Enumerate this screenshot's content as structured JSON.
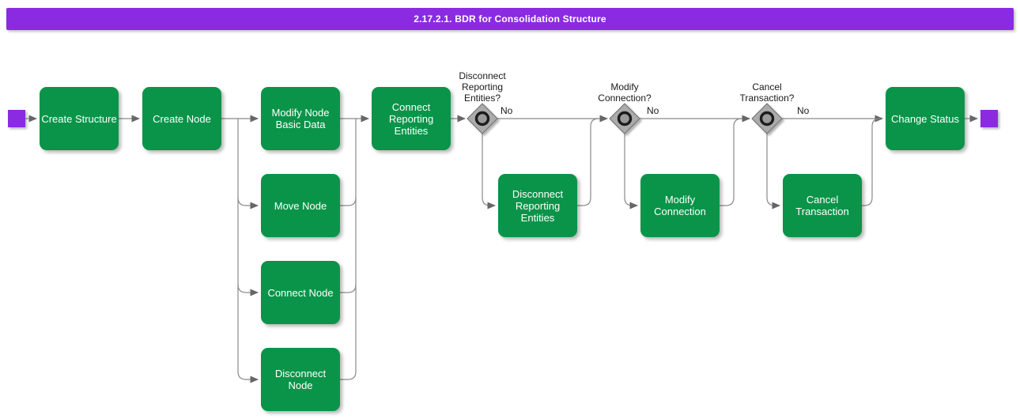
{
  "title_bar": {
    "title": "2.17.2.1. BDR for Consolidation Structure"
  },
  "colors": {
    "accent_purple": "#8A2BE2",
    "task_green": "#0A9449",
    "connector_gray": "#8A8A8A",
    "decision_gray": "#ABABAB"
  },
  "tasks": {
    "create_structure": {
      "label": "Create Structure"
    },
    "create_node": {
      "label": "Create Node"
    },
    "modify_node_basic_data": {
      "label": "Modify Node Basic Data"
    },
    "move_node": {
      "label": "Move Node"
    },
    "connect_node": {
      "label": "Connect Node"
    },
    "disconnect_node": {
      "label": "Disconnect Node"
    },
    "connect_reporting_entities": {
      "label": "Connect Reporting Entities"
    },
    "disconnect_reporting_entities": {
      "label": "Disconnect Reporting Entities"
    },
    "modify_connection": {
      "label": "Modify Connection"
    },
    "cancel_transaction": {
      "label": "Cancel Transaction"
    },
    "change_status": {
      "label": "Change Status"
    }
  },
  "decisions": {
    "disconnect_reporting_entities": {
      "question": "Disconnect Reporting Entities?",
      "no_label": "No"
    },
    "modify_connection": {
      "question": "Modify Connection?",
      "no_label": "No"
    },
    "cancel_transaction": {
      "question": "Cancel Transaction?",
      "no_label": "No"
    }
  }
}
